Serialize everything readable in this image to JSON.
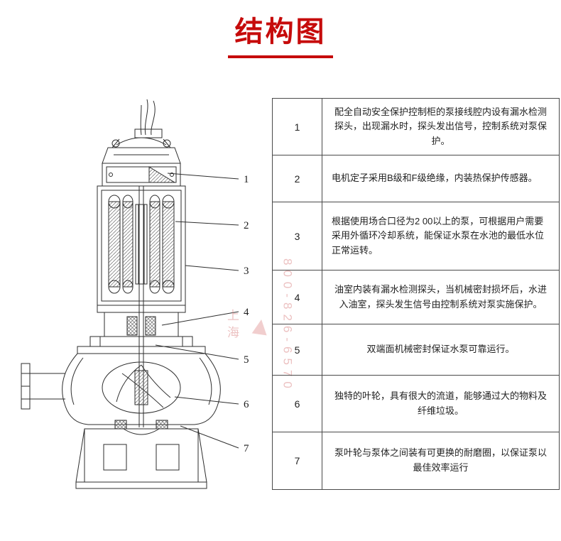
{
  "title": {
    "text": "结构图"
  },
  "callouts": [
    "1",
    "2",
    "3",
    "4",
    "5",
    "6",
    "7"
  ],
  "table": {
    "rows": [
      {
        "num": "1",
        "desc": "配全自动安全保护控制柜的泵接线腔内设有漏水检测探头，出现漏水时，探头发出信号，控制系统对泵保护。"
      },
      {
        "num": "2",
        "desc": "电机定子采用B级和F级绝缘，内装热保护传感器。"
      },
      {
        "num": "3",
        "desc": "根据使用场合口径为2 00以上的泵，可根据用户需要采用外循环冷却系统，能保证水泵在水池的最低水位正常运转。"
      },
      {
        "num": "4",
        "desc": "油室内装有漏水检测探头，当机械密封损坏后，水进入油室，探头发生信号由控制系统对泵实施保护。"
      },
      {
        "num": "5",
        "desc": "双端面机械密封保证水泵可靠运行。"
      },
      {
        "num": "6",
        "desc": "独特的叶轮，具有很大的流道，能够通过大的物料及纤维垃圾。"
      },
      {
        "num": "7",
        "desc": "泵叶轮与泵体之间装有可更换的耐磨圈，以保证泵以最佳效率运行"
      }
    ]
  },
  "watermark": {
    "phone": "800-826-6570",
    "company": "上海"
  },
  "colors": {
    "accent": "#c60b0b",
    "line": "#2e2e2e"
  }
}
